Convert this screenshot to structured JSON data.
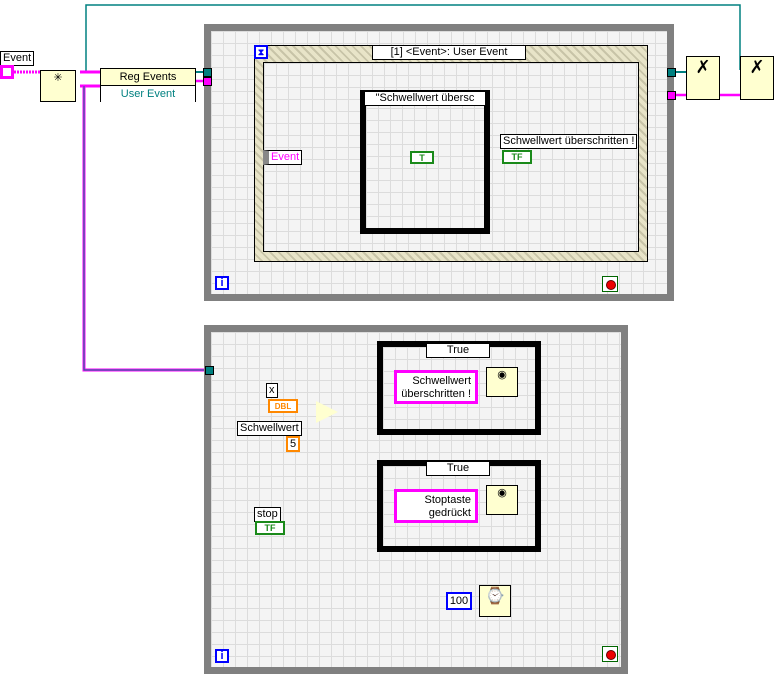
{
  "left": {
    "event_label": "Event",
    "reg_events": "Reg Events",
    "user_event": "User Event"
  },
  "event_structure": {
    "selector": "[1] <Event>: User Event",
    "event_terminal": "Event"
  },
  "inner_case": {
    "selector": "\"Schwellwert übersc",
    "indicator_label": "Schwellwert überschritten !",
    "bool_const": "T",
    "indicator": "TF"
  },
  "bottom": {
    "x_label": "x",
    "x_type": "DBL",
    "schwell_label": "Schwellwert",
    "schwell_value": "5",
    "stop_label": "stop",
    "stop_type": "TF",
    "case1": {
      "selector": "True",
      "message": "Schwellwert überschritten !"
    },
    "case2": {
      "selector": "True",
      "message": "Stoptaste gedrückt"
    },
    "wait_ms": "100"
  },
  "iteration_label": "i",
  "colors": {
    "refnum": "#007f7f",
    "string": "#ff00ff",
    "numeric": "#ff8000",
    "boolean": "#008000"
  }
}
